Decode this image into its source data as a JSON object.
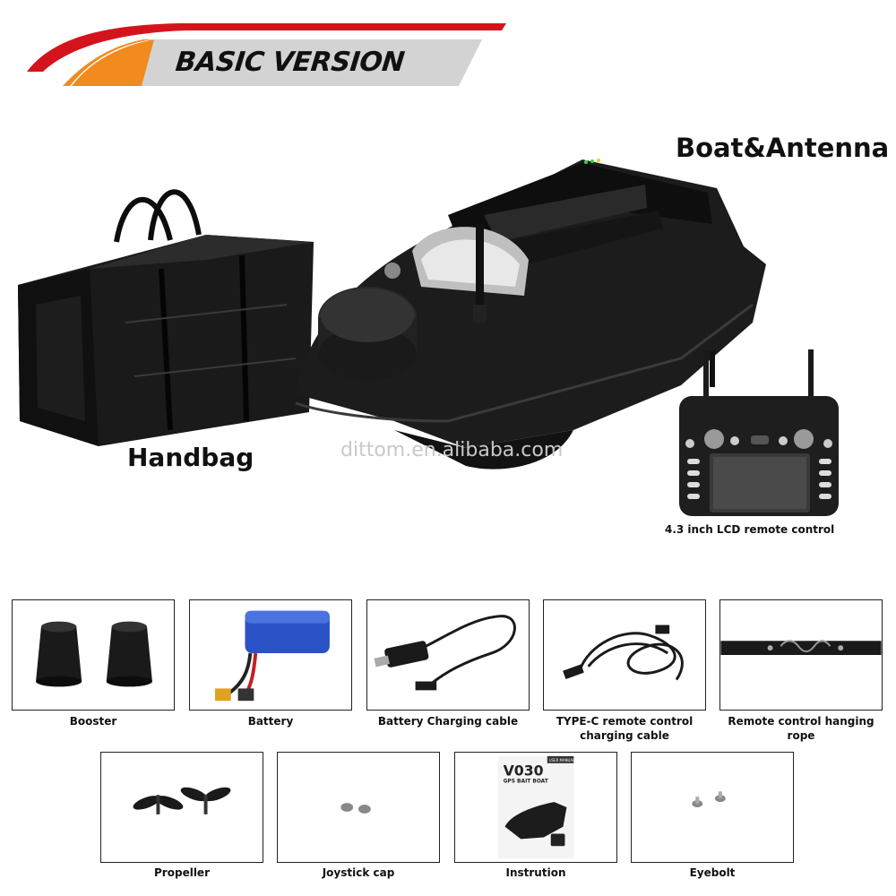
{
  "banner": {
    "title": "BASIC VERSION",
    "colors": {
      "red": "#d4141c",
      "orange": "#f28a1e",
      "grey": "#d3d3d3"
    }
  },
  "hero": {
    "boat_label": "Boat&Antenna",
    "bag_label": "Handbag",
    "remote_label": "4.3 inch LCD remote control",
    "watermark": "dittom.en.alibaba.com"
  },
  "accessories": [
    {
      "label": "Booster",
      "icon": "booster-icon"
    },
    {
      "label": "Battery",
      "icon": "battery-icon"
    },
    {
      "label": "Battery Charging cable",
      "icon": "charging-cable-icon"
    },
    {
      "label": "TYPE-C remote control charging cable",
      "icon": "type-c-cable-icon"
    },
    {
      "label": "Remote control hanging rope",
      "icon": "hanging-rope-icon"
    },
    {
      "label": "Propeller",
      "icon": "propeller-icon"
    },
    {
      "label": "Joystick cap",
      "icon": "joystick-cap-icon"
    },
    {
      "label": "Instrution",
      "icon": "manual-icon"
    },
    {
      "label": "Eyebolt",
      "icon": "eyebolt-icon"
    }
  ],
  "manual_cover": {
    "model": "V030",
    "subtitle": "GPS BAIT BOAT",
    "badge": "USER MANUAL"
  }
}
